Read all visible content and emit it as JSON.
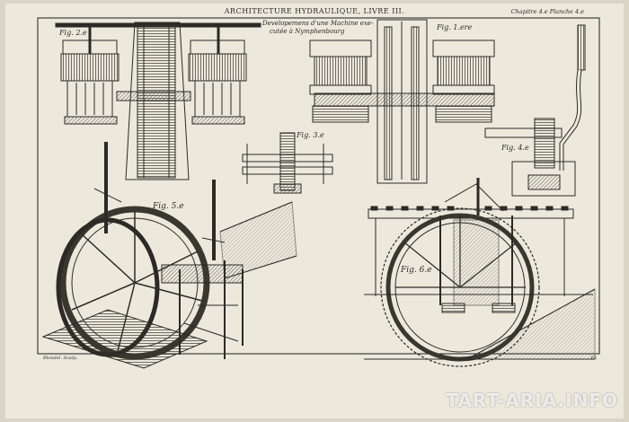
{
  "header": {
    "title": "ARCHITECTURE HYDRAULIQUE, LIVRE III.",
    "corner": "Chapitre 4.e Planche 4.e"
  },
  "caption": {
    "line1": "Developemens d'une Machine exe-",
    "line2": "cutée à Nymphenbourg"
  },
  "figures": {
    "fig1": "Fig. 1.ere",
    "fig2": "Fig. 2.e",
    "fig3": "Fig. 3.e",
    "fig4": "Fig. 4.e",
    "fig5": "Fig. 5.e",
    "fig6": "Fig. 6.e"
  },
  "signature_left": "Blondel. Sculp.",
  "signature_right": "65",
  "watermark": "TART-ARIA.INFO",
  "colors": {
    "paper": "#ece8dc",
    "ink": "#2c2a26",
    "border": "#1e1c18"
  }
}
